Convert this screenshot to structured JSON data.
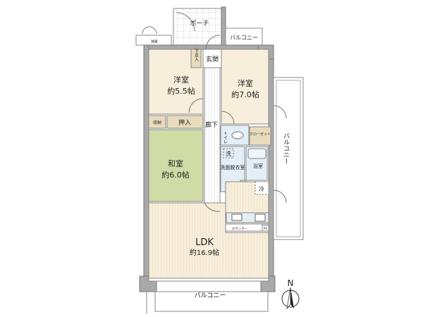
{
  "floorplan": {
    "porch": "ポーチ",
    "meter_box": "MB",
    "balcony_top": "バルコニー",
    "balcony_right": "バルコニー",
    "balcony_bottom": "バルコニー",
    "shoe_closet": "下足入",
    "entrance": "玄関",
    "hallway": "廊下",
    "western_room_1": {
      "name": "洋室",
      "size": "約5.5帖"
    },
    "western_room_2": {
      "name": "洋室",
      "size": "約7.0帖"
    },
    "storage": "収納",
    "closet_oshiire": "押入",
    "japanese_room": {
      "name": "和室",
      "size": "約6.0帖"
    },
    "toilet": "トイレ",
    "walk_closet": "クローゼット",
    "washer": "洗",
    "washroom": "洗面脱衣室",
    "bathroom": "浴室",
    "storage_small": "収納",
    "fridge": "冷",
    "counter": "カウンター",
    "pipe_space": "PS",
    "ldk": {
      "name": "LDK",
      "size": "約16.9帖"
    },
    "compass": "N"
  },
  "colors": {
    "room_floor": "#f7eedb",
    "tatami": "#cfdca6",
    "closet": "#e8dcbc",
    "wet_area": "#e3eef6",
    "wall": "#a9a9a9"
  }
}
